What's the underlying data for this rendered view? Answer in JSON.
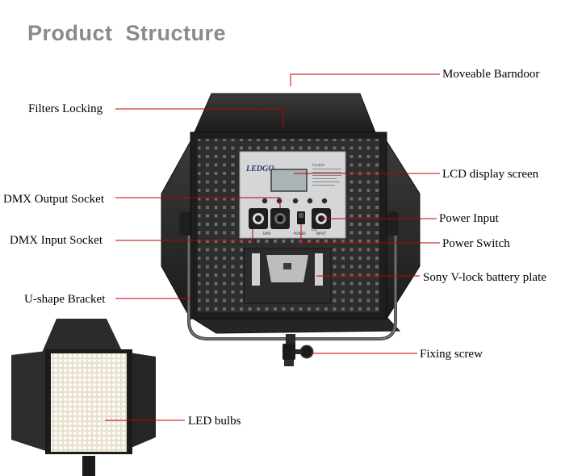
{
  "title": "Product  Structure",
  "brand": "LEDGO",
  "panel_text": {
    "caution": "Caution",
    "dmx": "DMX",
    "power": "POWER",
    "input": "INPUT",
    "ce": "CE"
  },
  "callouts": [
    "Moveable Barndoor",
    "Filters Locking",
    "LCD display screen",
    "DMX Output Socket",
    "Power Input",
    "DMX Input Socket",
    "Power Switch",
    "Sony V-lock battery plate",
    "U-shape Bracket",
    "Fixing screw",
    "LED bulbs"
  ],
  "colors": {
    "leader": "#c00000",
    "title": "#8a8a8a",
    "body": "#2b2b2b",
    "panel": "#d4d6d8",
    "lcd": "#a9b4b6",
    "led": "#f4efe4"
  }
}
